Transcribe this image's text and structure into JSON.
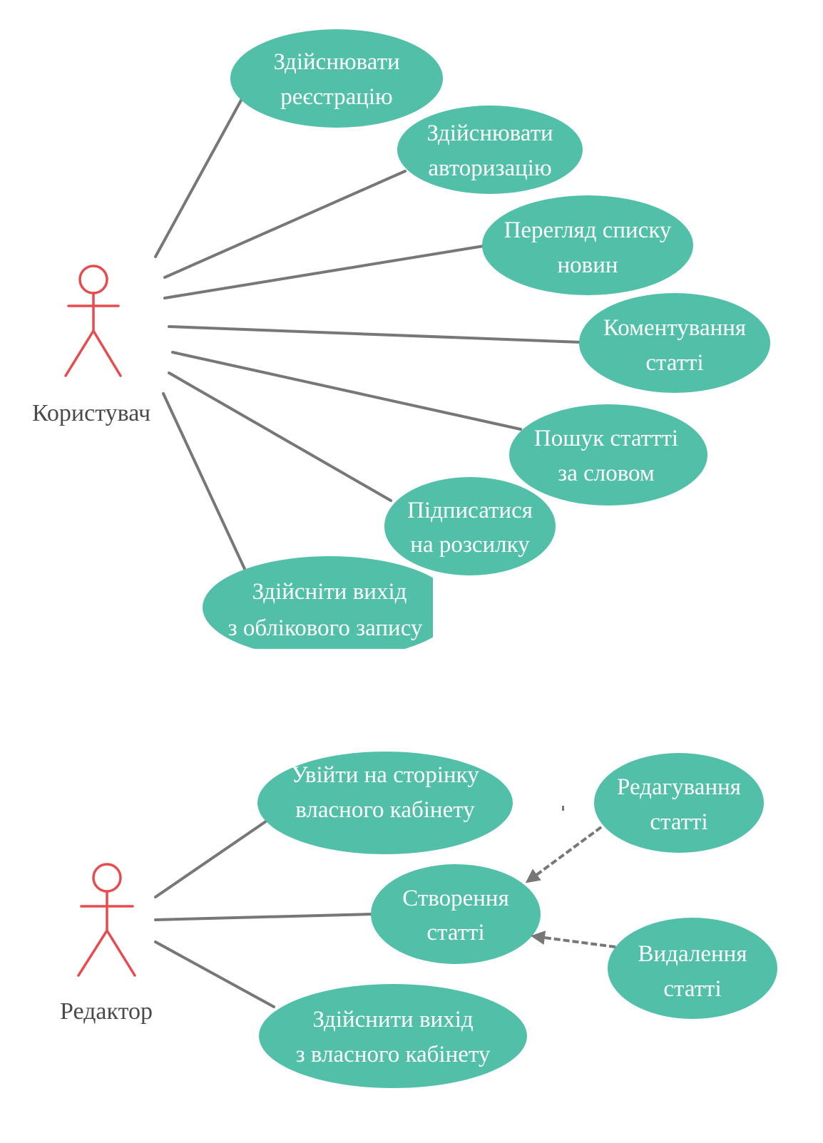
{
  "diagram": {
    "actors": {
      "user": {
        "label": "Користувач"
      },
      "editor": {
        "label": "Редактор"
      }
    },
    "use_cases": {
      "registration": {
        "line1": "Здійснювати",
        "line2": "реєстрацію"
      },
      "authorization": {
        "line1": "Здійснювати",
        "line2": "авторизацію"
      },
      "view_news": {
        "line1": "Перегляд списку",
        "line2": "новин"
      },
      "comment": {
        "line1": "Коментування",
        "line2": "статті"
      },
      "search": {
        "line1": "Пошук статтті",
        "line2": "за словом"
      },
      "subscribe": {
        "line1": "Підписатися",
        "line2": "на розсилку"
      },
      "logout_account": {
        "line1": "Здійсніти вихід",
        "line2": "з облікового запису"
      },
      "enter_cabinet": {
        "line1": "Увійти на сторінку",
        "line2": "власного кабінету"
      },
      "create_article": {
        "line1": "Створення",
        "line2": "статті"
      },
      "logout_cabinet": {
        "line1": "Здійснити вихід",
        "line2": "з власного кабінету"
      },
      "edit_article": {
        "line1": "Редагування",
        "line2": "статті"
      },
      "delete_article": {
        "line1": "Видалення",
        "line2": "статті"
      }
    },
    "colors": {
      "use_case_fill": "#52c0a9",
      "use_case_text": "#ffffff",
      "actor_stroke": "#e84b4f",
      "connector": "#777777",
      "actor_label": "#4a4a4a"
    }
  }
}
